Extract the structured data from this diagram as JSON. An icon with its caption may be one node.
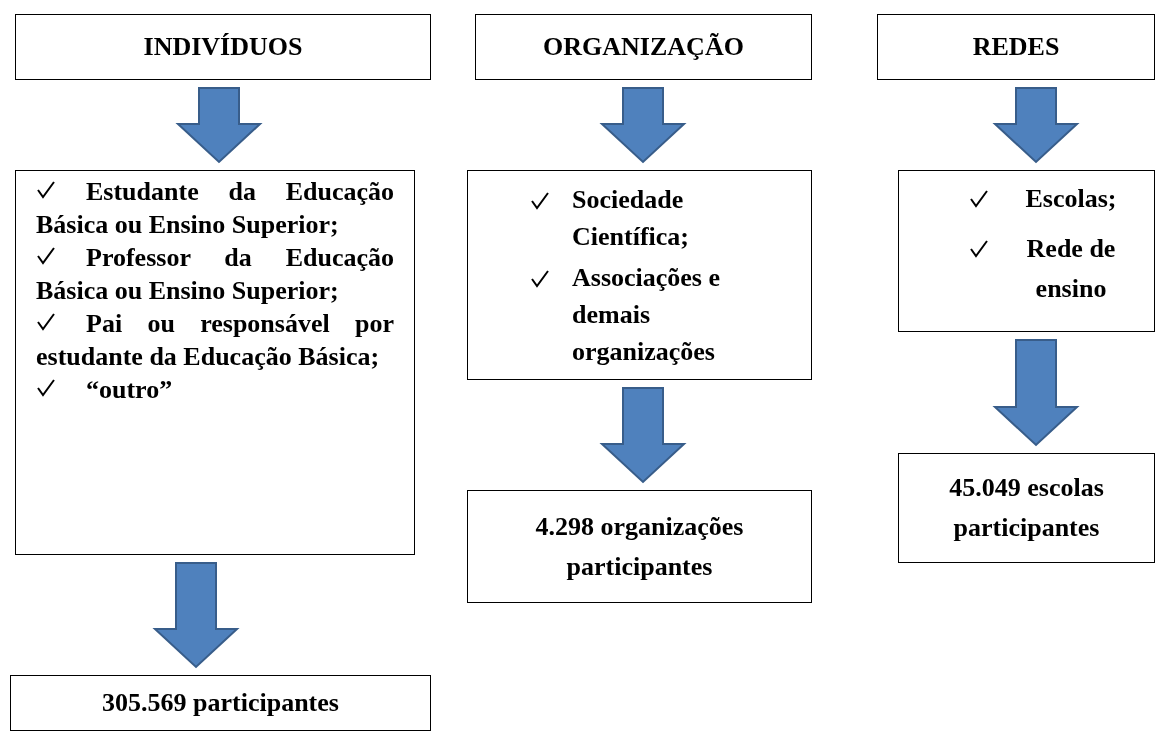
{
  "diagram": {
    "nodes": [
      {
        "text": [
          "INDIVÍDUOS"
        ]
      },
      {
        "text": [
          "ORGANIZAÇÃO"
        ]
      },
      {
        "text": [
          "REDES"
        ]
      },
      {
        "text": [
          "Estudante da Educação Básica ou Ensino Superior;",
          "Professor da Educação Básica ou Ensino Superior;",
          "Pai ou responsável por estudante da Educação Básica;",
          "“outro”"
        ]
      },
      {
        "text": [
          "Sociedade Científica;",
          "Associações e demais organizações"
        ]
      },
      {
        "text": [
          "Escolas;",
          "Rede de ensino"
        ]
      },
      {
        "text": [
          "305.569 participantes"
        ]
      },
      {
        "text": [
          "4.298 organizações participantes"
        ]
      },
      {
        "text": [
          "45.049 escolas participantes"
        ]
      }
    ],
    "edges": [
      {
        "from": 0,
        "to": 3,
        "arrow": "to"
      },
      {
        "from": 3,
        "to": 6,
        "arrow": "to"
      },
      {
        "from": 1,
        "to": 4,
        "arrow": "to"
      },
      {
        "from": 4,
        "to": 7,
        "arrow": "to"
      },
      {
        "from": 2,
        "to": 5,
        "arrow": "to"
      },
      {
        "from": 5,
        "to": 8,
        "arrow": "to"
      }
    ]
  }
}
